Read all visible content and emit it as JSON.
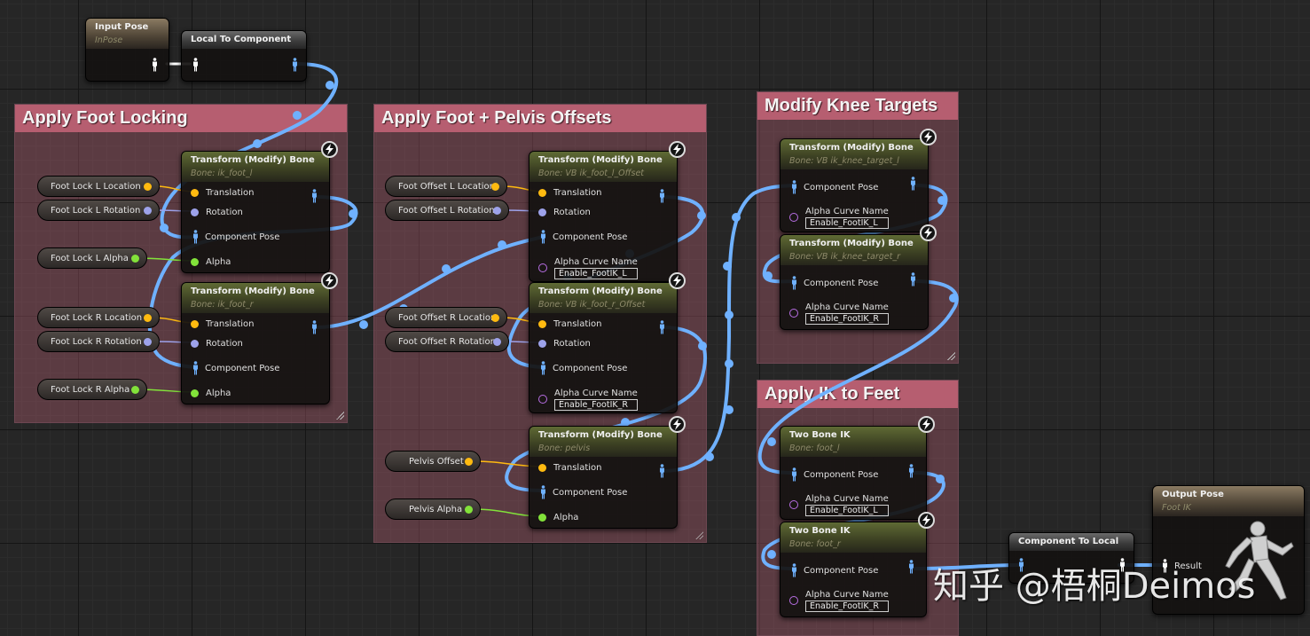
{
  "comments": {
    "foot_locking": "Apply Foot Locking",
    "foot_pelvis": "Apply Foot + Pelvis Offsets",
    "knee_targets": "Modify Knee Targets",
    "ik_feet": "Apply IK to Feet"
  },
  "input_pose": {
    "title": "Input Pose",
    "sub": "InPose"
  },
  "local_to_component": {
    "title": "Local To Component"
  },
  "component_to_local": {
    "title": "Component To Local"
  },
  "output_pose": {
    "title": "Output Pose",
    "sub": "Foot IK",
    "result": "Result"
  },
  "pins": {
    "translation": "Translation",
    "rotation": "Rotation",
    "component_pose": "Component Pose",
    "alpha": "Alpha",
    "alpha_curve_name": "Alpha Curve Name"
  },
  "nodes": {
    "lock_l": {
      "title": "Transform (Modify) Bone",
      "sub": "Bone: ik_foot_l"
    },
    "lock_r": {
      "title": "Transform (Modify) Bone",
      "sub": "Bone: ik_foot_r"
    },
    "off_l": {
      "title": "Transform (Modify) Bone",
      "sub": "Bone: VB ik_foot_l_Offset",
      "curve": "Enable_FootIK_L"
    },
    "off_r": {
      "title": "Transform (Modify) Bone",
      "sub": "Bone: VB ik_foot_r_Offset",
      "curve": "Enable_FootIK_R"
    },
    "pelvis": {
      "title": "Transform (Modify) Bone",
      "sub": "Bone: pelvis"
    },
    "knee_l": {
      "title": "Transform (Modify) Bone",
      "sub": "Bone: VB ik_knee_target_l",
      "curve": "Enable_FootIK_L"
    },
    "knee_r": {
      "title": "Transform (Modify) Bone",
      "sub": "Bone: VB ik_knee_target_r",
      "curve": "Enable_FootIK_R"
    },
    "ik_l": {
      "title": "Two Bone IK",
      "sub": "Bone: foot_l",
      "curve": "Enable_FootIK_L"
    },
    "ik_r": {
      "title": "Two Bone IK",
      "sub": "Bone: foot_r",
      "curve": "Enable_FootIK_R"
    }
  },
  "variables": {
    "foot_lock_l_location": "Foot Lock L Location",
    "foot_lock_l_rotation": "Foot Lock L Rotation",
    "foot_lock_l_alpha": "Foot Lock L Alpha",
    "foot_lock_r_location": "Foot Lock R Location",
    "foot_lock_r_rotation": "Foot Lock R Rotation",
    "foot_lock_r_alpha": "Foot Lock R Alpha",
    "foot_offset_l_location": "Foot Offset L Location",
    "foot_offset_l_rotation": "Foot Offset L Rotation",
    "foot_offset_r_location": "Foot Offset R Location",
    "foot_offset_r_rotation": "Foot Offset R Rotation",
    "pelvis_offset": "Pelvis Offset",
    "pelvis_alpha": "Pelvis Alpha"
  },
  "watermark": "知乎 @梧桐Deimos",
  "colors": {
    "comment_header": "#b65e70",
    "exec_wire": "#6fb1ff",
    "vector_pin": "#ffba10",
    "rotator_pin": "#9da2ea",
    "float_pin": "#82e23a",
    "name_pin": "#b86ee4"
  },
  "icons": {
    "pose": "pose-figure-icon",
    "bolt": "lightning-bolt-icon",
    "resize": "resize-grip-icon"
  }
}
